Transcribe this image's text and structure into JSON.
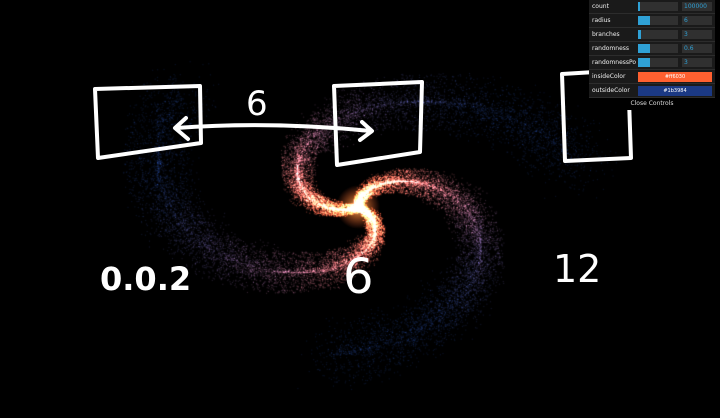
{
  "gui": {
    "params": [
      {
        "label": "count",
        "fraction": 0.05,
        "value": "100000"
      },
      {
        "label": "radius",
        "fraction": 0.3,
        "value": "6"
      },
      {
        "label": "branches",
        "fraction": 0.08,
        "value": "3"
      },
      {
        "label": "randomness",
        "fraction": 0.3,
        "value": "0.6"
      },
      {
        "label": "randomnessPo",
        "fraction": 0.3,
        "value": "3"
      }
    ],
    "colors": [
      {
        "label": "insideColor",
        "value": "#ff6030",
        "text": "#ff6030"
      },
      {
        "label": "outsideColor",
        "value": "#1b3984",
        "text": "#1b3984"
      }
    ],
    "close_label": "Close Controls"
  },
  "annotations": {
    "left_arrow_label": "6",
    "left_caption": "0.0.2",
    "center_caption": "6",
    "right_caption": "12"
  },
  "colors": {
    "background": "#000000",
    "gui_panel": "#1a1a1a",
    "slider_fill": "#2fa1d6",
    "drawing_stroke": "#ffffff"
  }
}
